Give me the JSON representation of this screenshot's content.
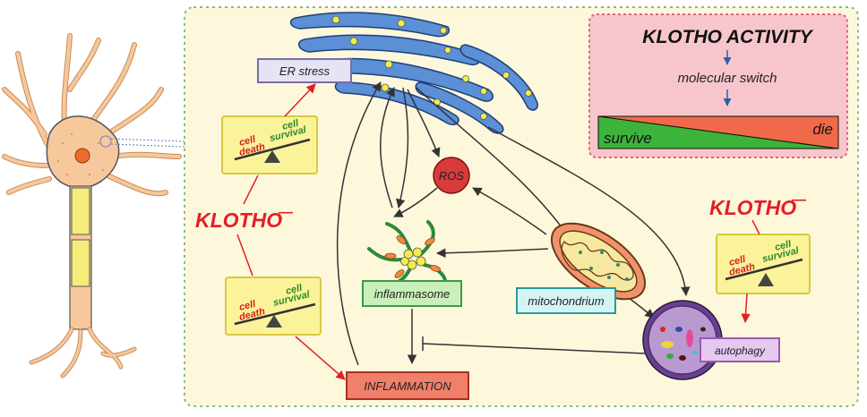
{
  "labels": {
    "er_stress": "ER stress",
    "ros": "ROS",
    "inflammasome": "inflammasome",
    "mitochondrium": "mitochondrium",
    "autophagy": "autophagy",
    "inflammation": "INFLAMMATION",
    "klotho_left": "KLOTHO",
    "klotho_right": "KLOTHO",
    "klotho_sign": "—"
  },
  "balance": {
    "death_line1": "cell",
    "death_line2": "death",
    "survival_line1": "cell",
    "survival_line2": "survival"
  },
  "activity_box": {
    "title": "KLOTHO ACTIVITY",
    "switch": "molecular switch",
    "survive": "survive",
    "die": "die"
  },
  "colors": {
    "panel_bg": "#fdf8dc",
    "panel_border": "#8fb87a",
    "klotho_red": "#e41e26",
    "survive_green": "#3cb43c",
    "die_orange": "#f06a4a",
    "activity_bg": "#f7c6cc",
    "activity_border": "#e0627a",
    "er_blue": "#5b8fd6",
    "ros_red": "#d93a3a",
    "balance_yellow": "#fbf39a",
    "autophagy_purple": "#6b3f8f"
  },
  "icons": {
    "neuron": "neuron-icon",
    "er": "endoplasmic-reticulum-icon",
    "inflammasome": "inflammasome-icon",
    "mitochondrion": "mitochondrion-icon",
    "autophagosome": "autophagosome-icon",
    "balance": "balance-scale-icon"
  }
}
